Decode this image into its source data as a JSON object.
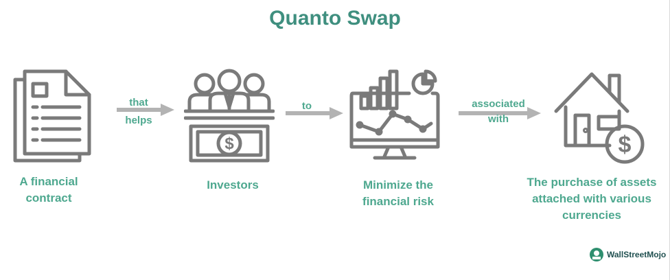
{
  "title": "Quanto Swap",
  "steps": [
    {
      "icon": "document-icon",
      "label_line1": "A financial",
      "label_line2": "contract"
    },
    {
      "icon": "investors-icon",
      "label_line1": "Investors",
      "label_line2": ""
    },
    {
      "icon": "risk-chart-icon",
      "label_line1": "Minimize the",
      "label_line2": "financial risk"
    },
    {
      "icon": "house-currency-icon",
      "label_line1": "The purchase of assets",
      "label_line2": "attached with various",
      "label_line3": "currencies"
    }
  ],
  "connectors": [
    {
      "line1": "that",
      "line2": "helps"
    },
    {
      "line1": "to",
      "line2": ""
    },
    {
      "line1": "associated",
      "line2": "with"
    }
  ],
  "logo": {
    "text": "WallStreetMojo"
  },
  "colors": {
    "title": "#3f8f7f",
    "label": "#4ea88f",
    "icon": "#7a7a7a",
    "arrow": "#b3b3b3"
  }
}
